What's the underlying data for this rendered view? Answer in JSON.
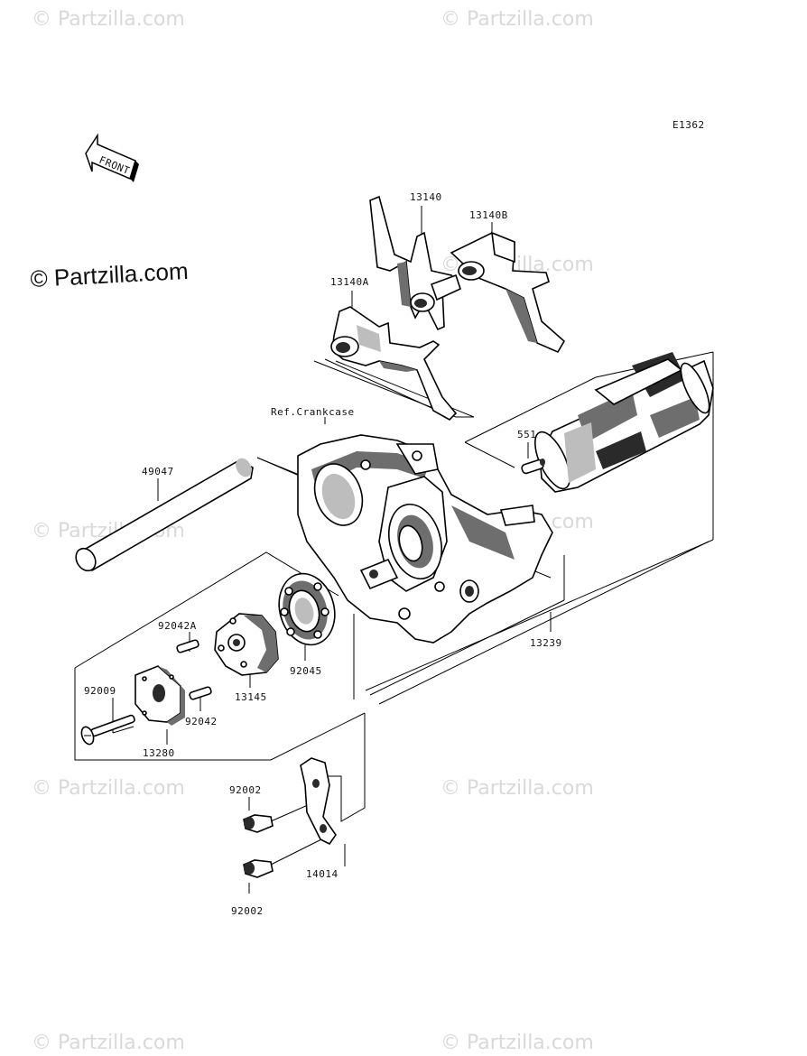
{
  "watermark": "© Partzilla.com",
  "brand": "© Partzilla.com",
  "diagram_code": "E1362",
  "front_label": "FRONT",
  "ref_label": "Ref.Crankcase",
  "parts": {
    "p13140": "13140",
    "p13140B": "13140B",
    "p13140A": "13140A",
    "p551": "551",
    "p49047": "49047",
    "p13239": "13239",
    "p92042A": "92042A",
    "p92045": "92045",
    "p92009": "92009",
    "p13145": "13145",
    "p92042": "92042",
    "p13280": "13280",
    "p92002_upper": "92002",
    "p92002_lower": "92002",
    "p14014": "14014"
  }
}
